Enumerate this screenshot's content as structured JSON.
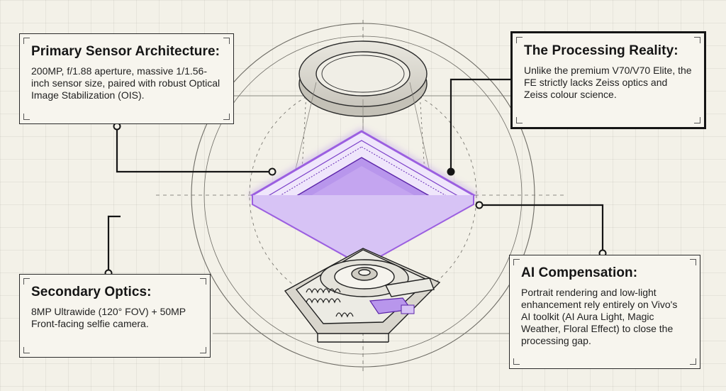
{
  "callouts": {
    "primary_sensor": {
      "title": "Primary Sensor Architecture:",
      "body": "200MP, f/1.88 aperture, massive 1/1.56-inch sensor size, paired with robust Optical Image Stabilization (OIS)."
    },
    "processing_reality": {
      "title": "The Processing Reality:",
      "body": "Unlike the premium V70/V70 Elite, the FE strictly lacks Zeiss optics and Zeiss colour science."
    },
    "secondary_optics": {
      "title": "Secondary Optics:",
      "body": "8MP Ultrawide (120° FOV) + 50MP Front-facing selfie camera."
    },
    "ai_compensation": {
      "title": "AI Compensation:",
      "body": "Portrait rendering and low-light enhancement rely entirely on Vivo's AI toolkit (AI Aura Light, Magic Weather, Floral Effect) to close the processing gap."
    }
  },
  "colors": {
    "sensor_accent": "#9b5fe0",
    "line": "#1e1e1e",
    "background": "#f3f1e8"
  }
}
